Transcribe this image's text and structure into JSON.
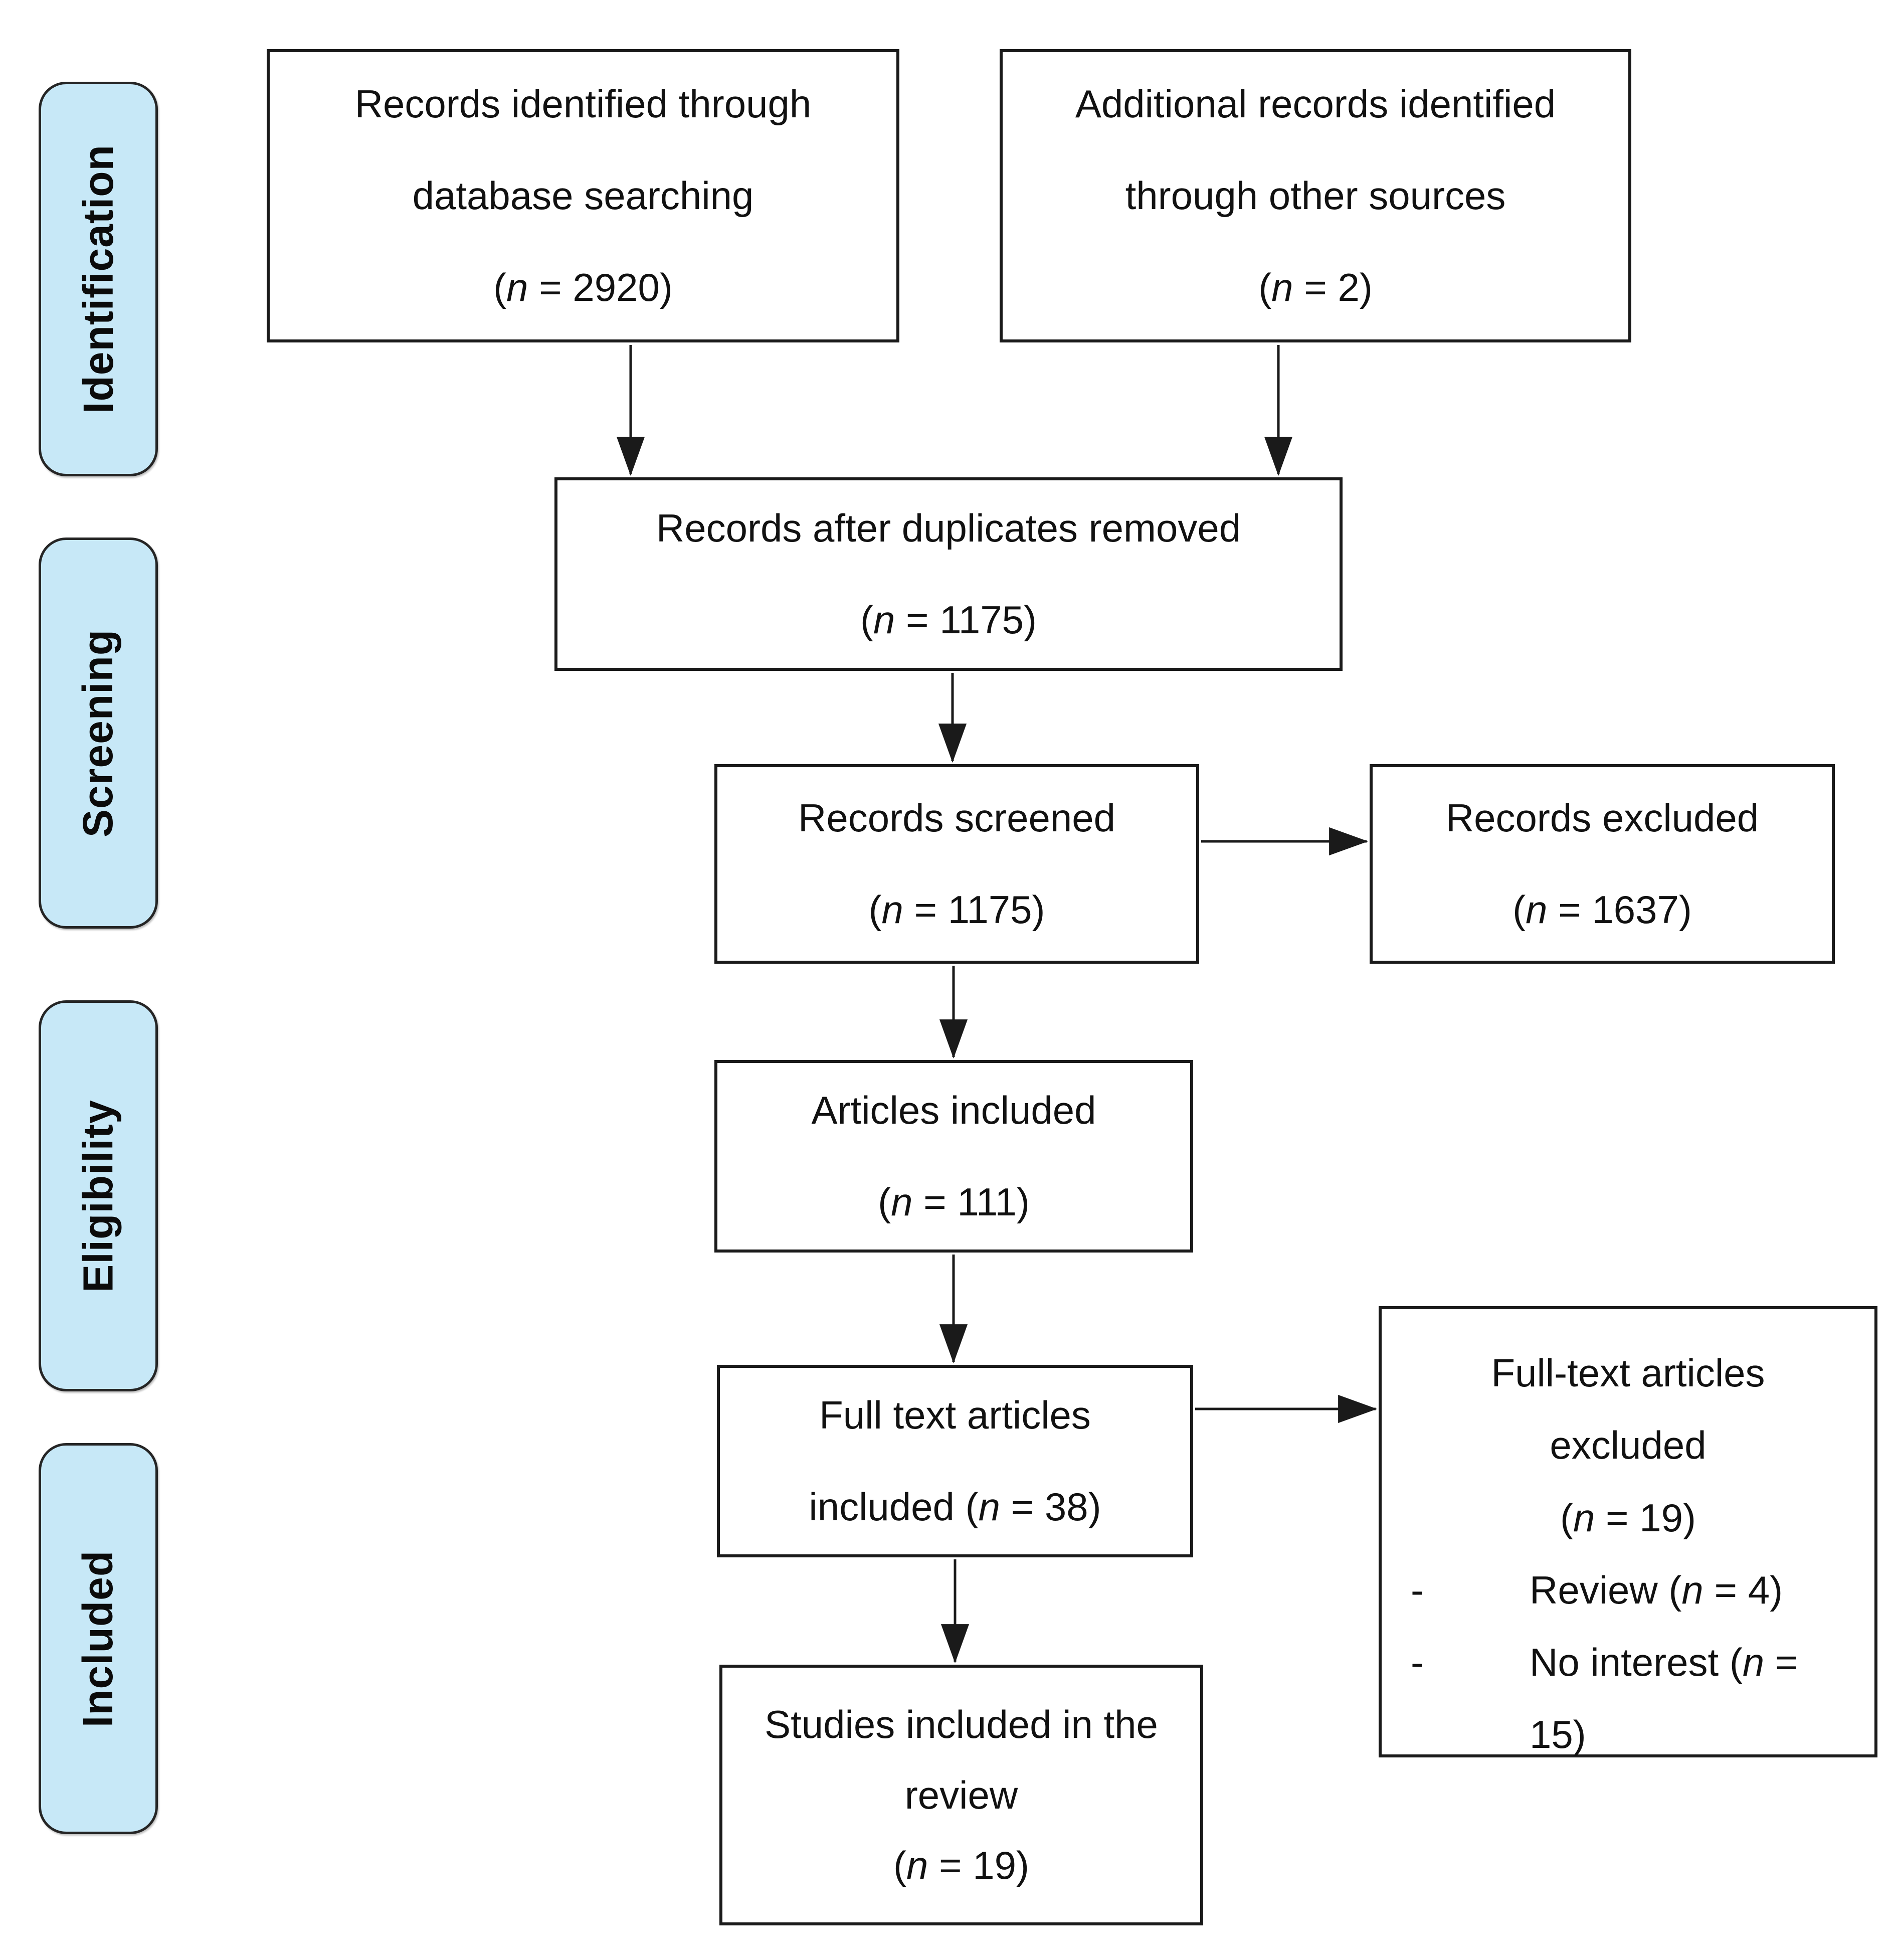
{
  "notation": {
    "symbol": "n",
    "equals": "="
  },
  "colors": {
    "background": "#ffffff",
    "stage_fill": "#C7E8F7",
    "stage_border": "#252525",
    "box_border": "#1a1a1a",
    "arrow": "#1a1a1a",
    "text": "#111111"
  },
  "sidebar": {
    "stages": [
      {
        "label": "Identification"
      },
      {
        "label": "Screening"
      },
      {
        "label": "Eligibility"
      },
      {
        "label": "Included"
      }
    ]
  },
  "boxes": {
    "identified": {
      "lines": [
        "Records identified through",
        "database searching"
      ],
      "n": "2920"
    },
    "additional": {
      "lines": [
        "Additional records identified",
        "through other sources"
      ],
      "n": "2"
    },
    "after_duplicates": {
      "lines": [
        "Records after duplicates removed"
      ],
      "n": "1175"
    },
    "screened": {
      "lines": [
        "Records screened"
      ],
      "n": "1175"
    },
    "records_excluded": {
      "lines": [
        "Records excluded"
      ],
      "n": "1637"
    },
    "articles_included": {
      "lines": [
        "Articles included"
      ],
      "n": "111"
    },
    "fulltext_included": {
      "lines": [
        "Full text articles",
        "included"
      ],
      "n": "38"
    },
    "fulltext_excluded": {
      "lines": [
        "Full-text articles",
        "excluded"
      ],
      "n": "19",
      "items": [
        {
          "bullet": "-",
          "label": "Review",
          "n": "4"
        },
        {
          "bullet": "-",
          "label": "No interest",
          "n": "15"
        }
      ]
    },
    "studies_included": {
      "lines": [
        "Studies included in the",
        "review"
      ],
      "n": "19"
    }
  }
}
